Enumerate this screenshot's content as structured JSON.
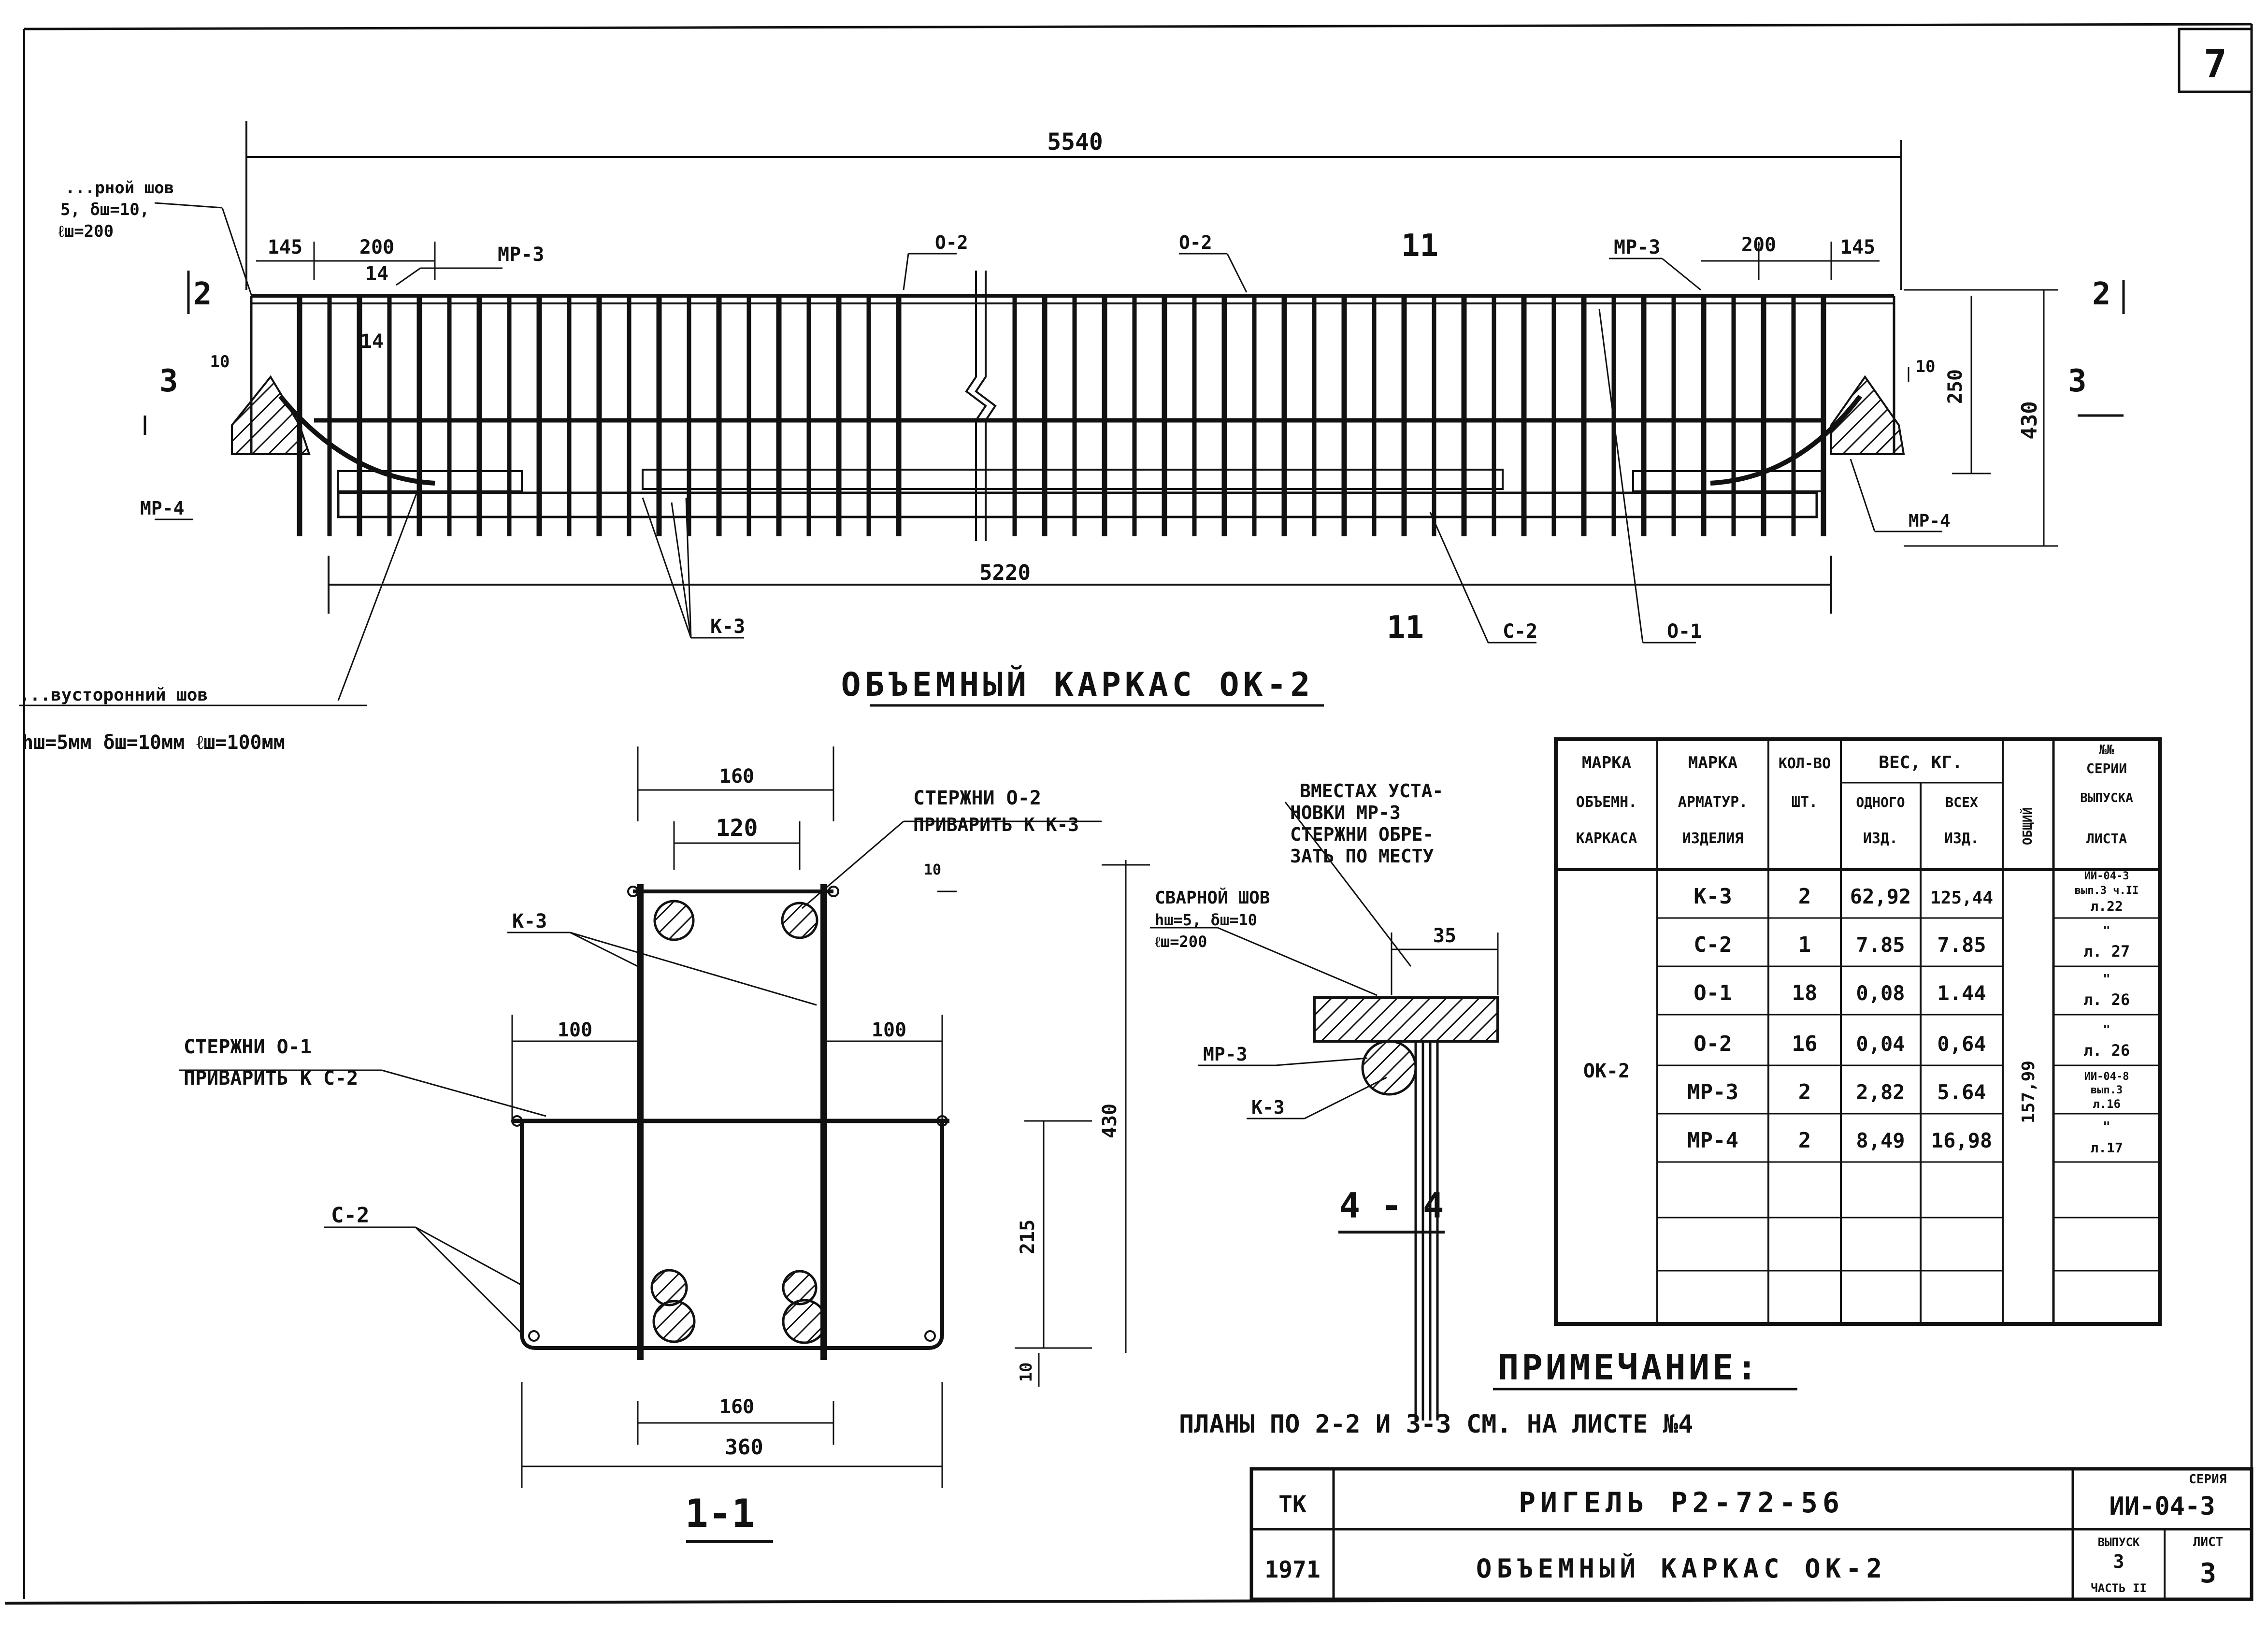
{
  "sheet": {
    "number": "7"
  },
  "elevation": {
    "total_length": "5540",
    "bottom_length": "5220",
    "dim_145": "145",
    "dim_200": "200",
    "dim_14": "14",
    "dim_10": "10",
    "dim_250": "250",
    "dim_430": "430",
    "label_mp3": "МР-3",
    "label_mp4": "МР-4",
    "label_o2": "О-2",
    "label_o1": "О-1",
    "label_c2": "С-2",
    "label_k3": "К-3",
    "cut_11": "11",
    "cut_2": "2",
    "cut_3": "3",
    "weld_top_lines": [
      "...рной шов",
      "5, δш=10,",
      "ℓш=200"
    ],
    "weld_bottom_lines": [
      "...вусторонний шов",
      "hш=5мм  δш=10мм  ℓш=100мм"
    ],
    "title": "ОБЪЕМНЫЙ КАРКАС ОК-2"
  },
  "section11": {
    "dim_160_top": "160",
    "dim_120": "120",
    "dim_10": "10",
    "dim_100_left": "100",
    "dim_100_right": "100",
    "dim_430": "430",
    "dim_215": "215",
    "dim_10b": "10",
    "dim_160_bot": "160",
    "dim_360": "360",
    "label_k3": "К-3",
    "label_c2": "С-2",
    "note_o2": [
      "СТЕРЖНИ О-2",
      "ПРИВАРИТЬ К К-3"
    ],
    "note_o1": [
      "СТЕРЖНИ О-1",
      "ПРИВАРИТЬ К С-2"
    ],
    "title": "1-1"
  },
  "section44": {
    "note": [
      "ВМЕСТАХ УСТА-",
      "НОВКИ МР-3",
      "СТЕРЖНИ ОБРЕ-",
      "ЗАТЬ ПО МЕСТУ"
    ],
    "weld": [
      "СВАРНОЙ ШОВ",
      "hш=5, δш=10",
      "ℓш=200"
    ],
    "dim_35": "35",
    "label_mp3": "МР-3",
    "label_k3": "К-3",
    "title": "4 - 4"
  },
  "table": {
    "h_mark": [
      "МАРКА",
      "ОБЪЕМН.",
      "КАРКАСА"
    ],
    "h_item": [
      "МАРКА",
      "АРМАТУР.",
      "ИЗДЕЛИЯ"
    ],
    "h_qty": [
      "КОЛ-ВО",
      "ШТ."
    ],
    "h_weight": "ВЕС, КГ.",
    "h_one": [
      "ОДНОГО",
      "ИЗД."
    ],
    "h_all": [
      "ВСЕХ",
      "ИЗД."
    ],
    "h_total": "ОБЩИЙ",
    "h_series": [
      "№№",
      "СЕРИИ",
      "ВЫПУСКА",
      "ЛИСТА"
    ],
    "frame_mark": "ОК-2",
    "total_weight": "157,99",
    "rows": [
      {
        "item": "К-3",
        "qty": "2",
        "one": "62,92",
        "all": "125,44",
        "ref": [
          "ИИ-04-3",
          "вып.3 ч.II",
          "л.22"
        ]
      },
      {
        "item": "С-2",
        "qty": "1",
        "one": "7.85",
        "all": "7.85",
        "ref": [
          "\"",
          "л. 27"
        ]
      },
      {
        "item": "О-1",
        "qty": "18",
        "one": "0,08",
        "all": "1.44",
        "ref": [
          "\"",
          "л. 26"
        ]
      },
      {
        "item": "О-2",
        "qty": "16",
        "one": "0,04",
        "all": "0,64",
        "ref": [
          "\"",
          "л. 26"
        ]
      },
      {
        "item": "МР-3",
        "qty": "2",
        "one": "2,82",
        "all": "5.64",
        "ref": [
          "ИИ-04-8",
          "вып.3",
          "л.16"
        ]
      },
      {
        "item": "МР-4",
        "qty": "2",
        "one": "8,49",
        "all": "16,98",
        "ref": [
          "\"",
          "л.17"
        ]
      }
    ]
  },
  "note": {
    "heading": "ПРИМЕЧАНИЕ:",
    "text": "ПЛАНЫ ПО 2-2 И 3-3 СМ. НА ЛИСТЕ №4"
  },
  "stamp": {
    "tk": "ТК",
    "year": "1971",
    "title1": "РИГЕЛЬ Р2-72-56",
    "title2": "ОБЪЕМНЫЙ КАРКАС ОК-2",
    "series_label": "СЕРИЯ",
    "series": "ИИ-04-3",
    "issue_label": "ВЫПУСК",
    "issue": "3",
    "part": "ЧАСТЬ II",
    "sheet_label": "ЛИСТ",
    "sheet": "3"
  }
}
